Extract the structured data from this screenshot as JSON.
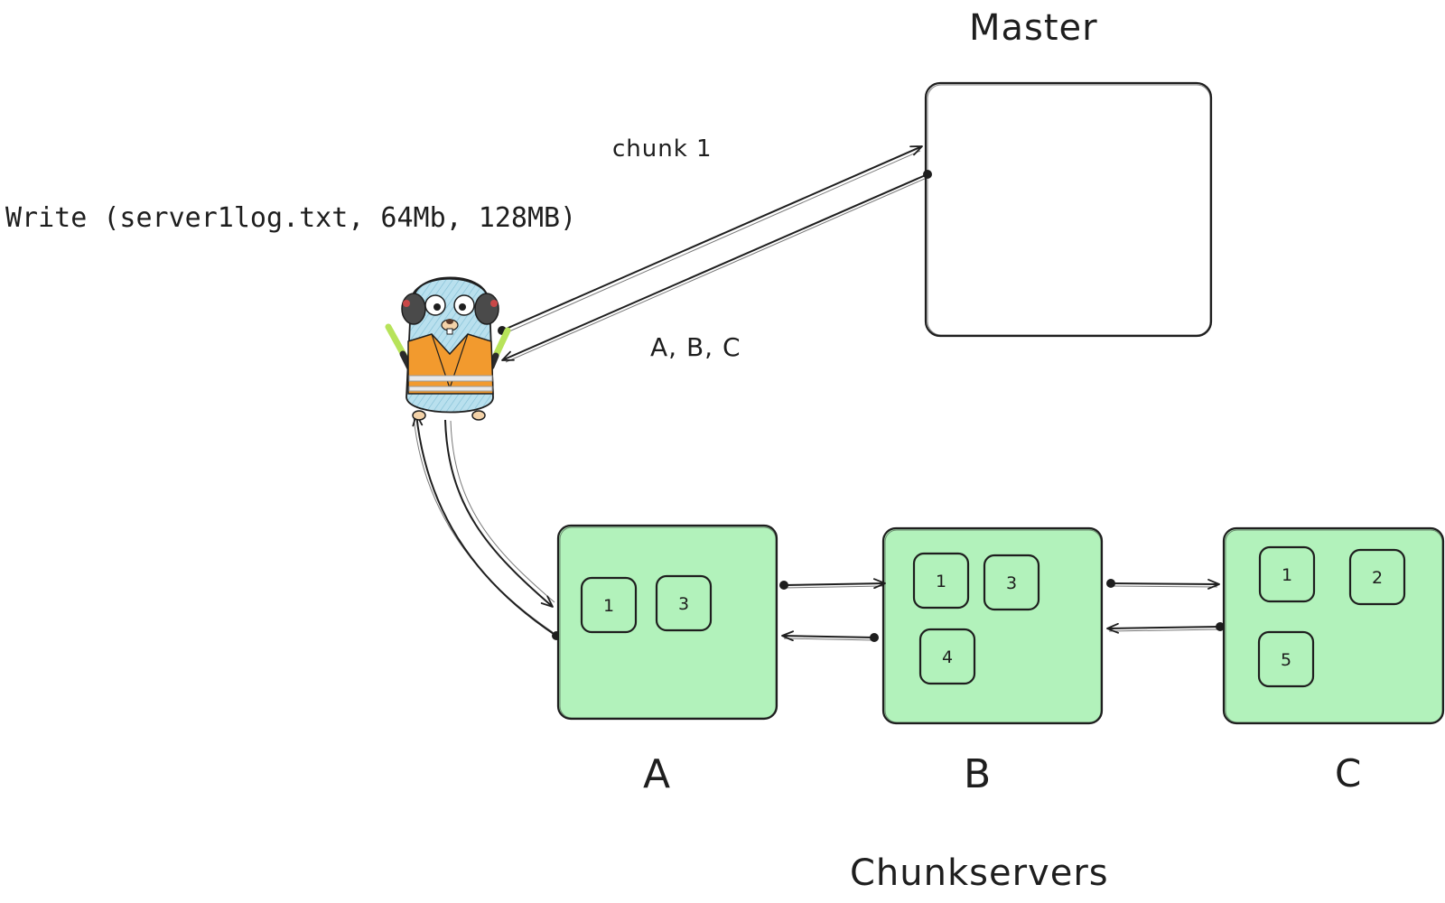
{
  "master": {
    "title": "Master"
  },
  "client": {
    "request": "Write (server1log.txt, 64Mb, 128MB)"
  },
  "messages": {
    "to_master": "chunk 1",
    "from_master": "A, B, C"
  },
  "chunkservers": {
    "title": "Chunkservers",
    "fill_color": "#b2f2bb",
    "servers": [
      {
        "label": "A",
        "chunks": [
          "1",
          "3"
        ]
      },
      {
        "label": "B",
        "chunks": [
          "1",
          "3",
          "4"
        ]
      },
      {
        "label": "C",
        "chunks": [
          "1",
          "2",
          "5"
        ]
      }
    ]
  },
  "colors": {
    "stroke": "#1e1e1e",
    "gopher_body": "#a9d6e5",
    "vest": "#f29a2e",
    "earmuff": "#4a4a4a"
  },
  "icons": [
    "gopher-mascot-icon"
  ]
}
